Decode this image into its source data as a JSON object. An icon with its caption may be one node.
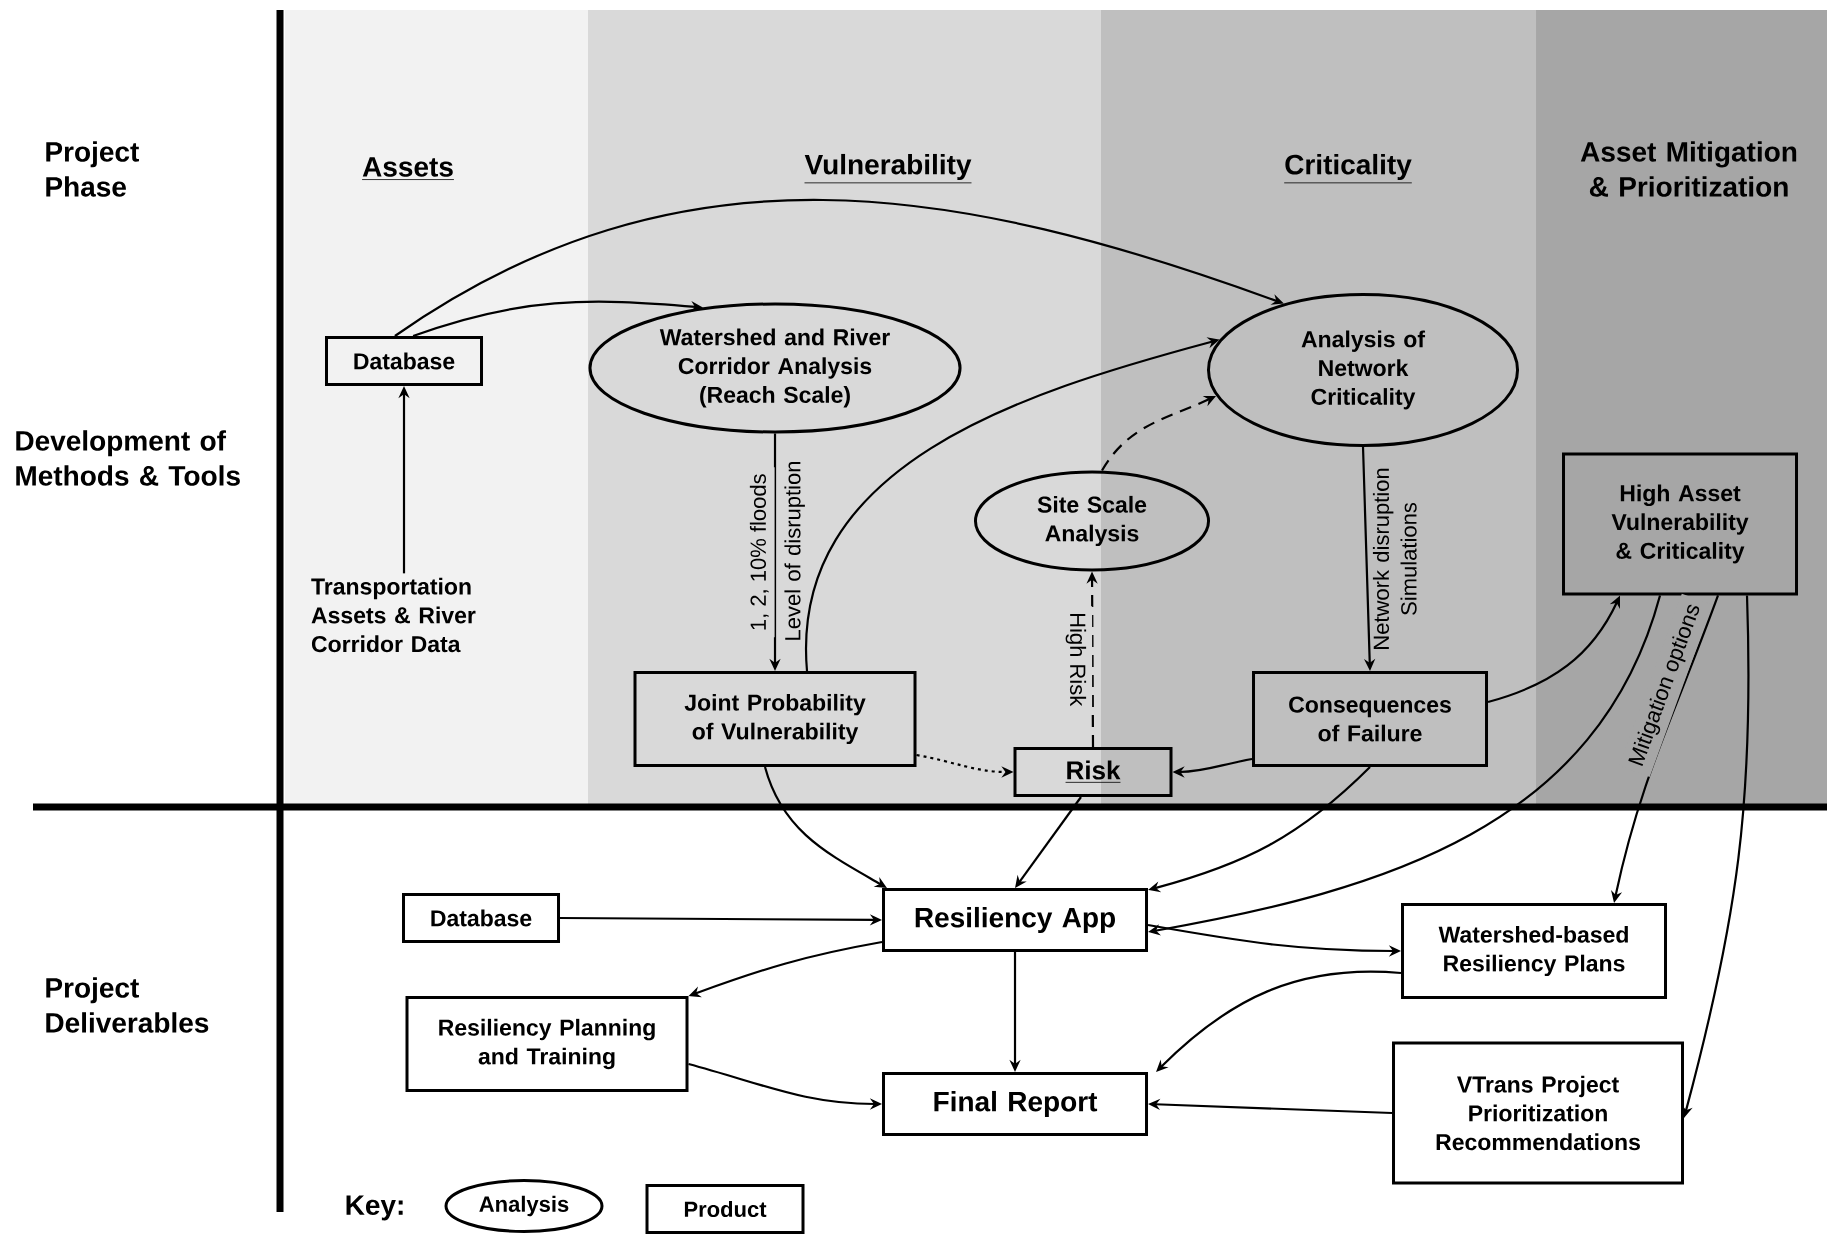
{
  "diagram": {
    "nodes": [
      {
        "text": [
          "Database"
        ]
      },
      {
        "text": [
          "Watershed and River Corridor Analysis (Reach Scale)"
        ]
      },
      {
        "text": [
          "Analysis of Network Criticality"
        ]
      },
      {
        "text": [
          "Transportation Assets & River Corridor Data"
        ]
      },
      {
        "text": [
          "Site Scale Analysis"
        ]
      },
      {
        "text": [
          "High Asset Vulnerability & Criticality"
        ]
      },
      {
        "text": [
          "Joint Probability of Vulnerability"
        ]
      },
      {
        "text": [
          "Consequences of Failure"
        ]
      },
      {
        "text": [
          "Risk"
        ]
      },
      {
        "text": [
          "Database"
        ]
      },
      {
        "text": [
          "Resiliency App"
        ]
      },
      {
        "text": [
          "Watershed-based Resiliency Plans"
        ]
      },
      {
        "text": [
          "Resiliency Planning and Training"
        ]
      },
      {
        "text": [
          "Final Report"
        ]
      },
      {
        "text": [
          "VTrans Project Prioritization Recommendations"
        ]
      }
    ],
    "edges": [
      {
        "from": 0,
        "to": 1,
        "arrow": "to"
      },
      {
        "from": 0,
        "to": 2,
        "arrow": "to"
      },
      {
        "from": 3,
        "to": 0,
        "arrow": "to"
      },
      {
        "from": 1,
        "to": 6,
        "arrow": "to",
        "label": "1, 2, 10% floods"
      },
      {
        "from": 6,
        "to": 2,
        "arrow": "to"
      },
      {
        "from": 6,
        "to": 8,
        "arrow": "to",
        "style": "dashed"
      },
      {
        "from": 8,
        "to": 4,
        "arrow": "to",
        "style": "dashed",
        "label": "High Risk"
      },
      {
        "from": 4,
        "to": 2,
        "arrow": "to",
        "style": "dashed"
      },
      {
        "from": 2,
        "to": 7,
        "arrow": "to",
        "label": "Network disruption Simulations"
      },
      {
        "from": 7,
        "to": 8,
        "arrow": "to"
      },
      {
        "from": 7,
        "to": 5,
        "arrow": "to"
      },
      {
        "from": 5,
        "to": 10,
        "arrow": "to"
      },
      {
        "from": 5,
        "to": 11,
        "arrow": "to",
        "label": "Mitigation options"
      },
      {
        "from": 5,
        "to": 14,
        "arrow": "to"
      },
      {
        "from": 6,
        "to": 10,
        "arrow": "to"
      },
      {
        "from": 8,
        "to": 10,
        "arrow": "to"
      },
      {
        "from": 7,
        "to": 10,
        "arrow": "to"
      },
      {
        "from": 9,
        "to": 10,
        "arrow": "to"
      },
      {
        "from": 10,
        "to": 11,
        "arrow": "to"
      },
      {
        "from": 10,
        "to": 12,
        "arrow": "to"
      },
      {
        "from": 10,
        "to": 13,
        "arrow": "to"
      },
      {
        "from": 12,
        "to": 13,
        "arrow": "to"
      },
      {
        "from": 11,
        "to": 13,
        "arrow": "to"
      },
      {
        "from": 14,
        "to": 13,
        "arrow": "to"
      }
    ],
    "labels": [
      "Project Phase",
      "Assets",
      "Vulnerability",
      "Criticality",
      "Asset Mitigation & Prioritization",
      "Development of Methods & Tools",
      "Level of disruption",
      "Project Deliverables",
      "Key:"
    ],
    "legend": [
      {
        "text": "Analysis"
      },
      {
        "text": "Product"
      }
    ]
  }
}
